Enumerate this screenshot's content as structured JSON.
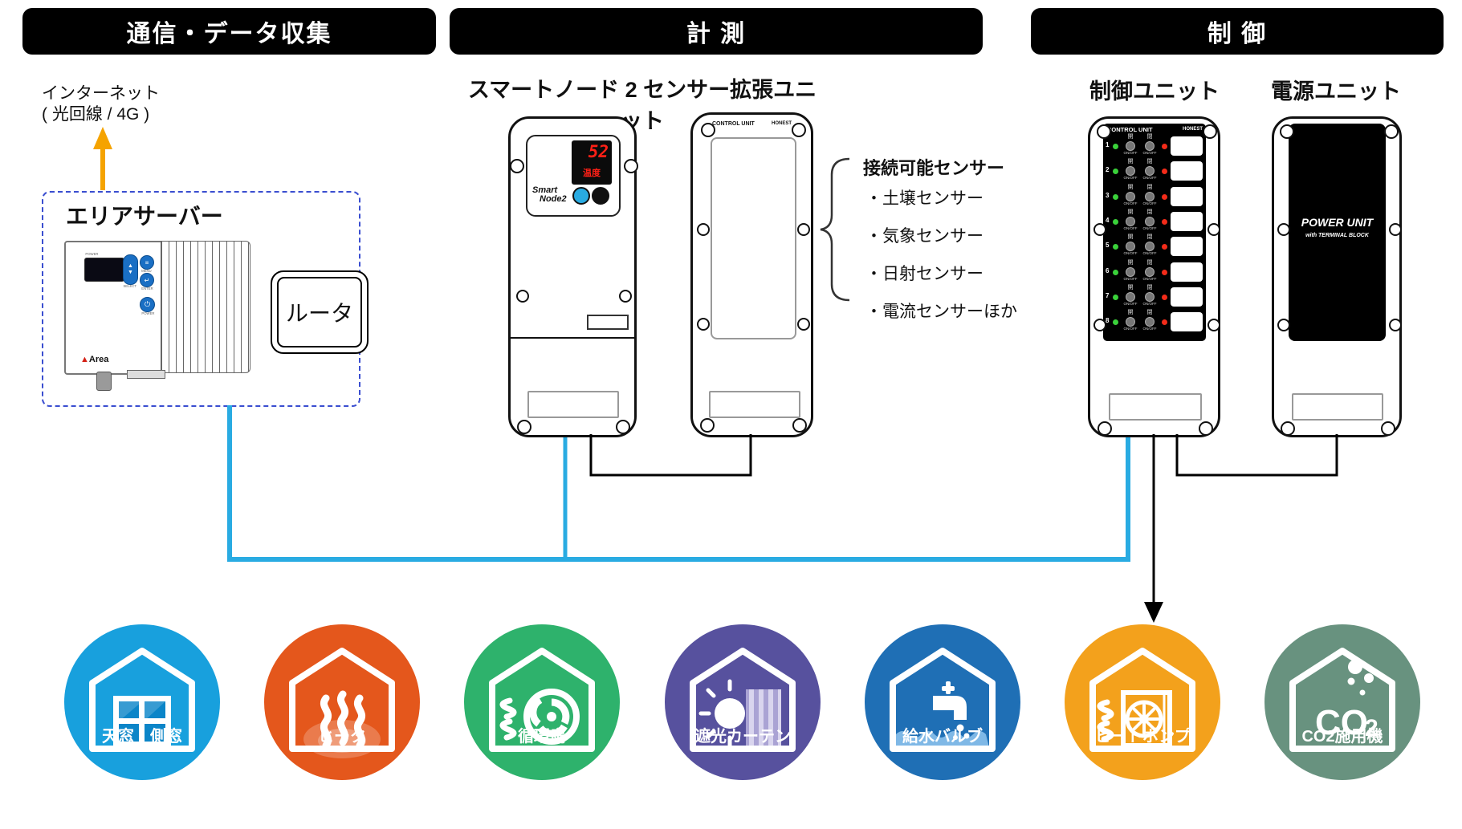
{
  "headers": [
    {
      "label": "通信・データ収集"
    },
    {
      "label": "計 測"
    },
    {
      "label": "制 御"
    }
  ],
  "comm": {
    "internet_line1": "インターネット",
    "internet_line2": "( 光回線 / 4G )",
    "area_server_label": "エリアサーバー",
    "router_label": "ルータ",
    "server": {
      "display_label": "POWER",
      "select_label": "SELECT",
      "menu_label": "MENU",
      "enter_label": "ENTER",
      "power_btn_label": "POWER",
      "brand": "Area"
    }
  },
  "measurement": {
    "title": "スマートノード 2 センサー拡張ユニット",
    "smart_node": {
      "brand_line1": "Smart",
      "brand_line2": "Node2",
      "display_value": "52",
      "display_label": "温度"
    },
    "expansion": {
      "header_left": "CONTROL UNIT",
      "header_right": "HONEST"
    },
    "sensors": {
      "title": "接続可能センサー",
      "items": [
        "・土壌センサー",
        "・気象センサー",
        "・日射センサー",
        "・電流センサーほか"
      ]
    }
  },
  "control": {
    "control_unit_label": "制御ユニット",
    "power_unit_label": "電源ユニット",
    "control_unit": {
      "header_left": "CONTROL UNIT",
      "header_right": "HONEST",
      "open_label": "開",
      "close_label": "閉",
      "onoff_label": "ON/OFF",
      "rows": [
        "1",
        "2",
        "3",
        "4",
        "5",
        "6",
        "7",
        "8"
      ]
    },
    "power_unit": {
      "title": "POWER UNIT",
      "subtitle": "with TERMINAL BLOCK"
    }
  },
  "actuators": [
    {
      "label": "天窓・側窓",
      "color": "#18a0dd"
    },
    {
      "label": "ヒータ",
      "color": "#e4571c"
    },
    {
      "label": "循環扇",
      "color": "#2eb26c"
    },
    {
      "label": "遮光カーテン",
      "color": "#57519e"
    },
    {
      "label": "給水バルブ",
      "color": "#1f6fb5"
    },
    {
      "label": "ヒートポンプ",
      "color": "#f3a11c"
    },
    {
      "label": "CO2施用機",
      "color": "#68927f",
      "glyph_text": "CO",
      "glyph_sub": "2"
    }
  ],
  "colors": {
    "line_data": "#29abe2",
    "line_power": "#000000",
    "arrow_up": "#f5a300",
    "dashed_box": "#3a4ed0",
    "led_green": "#3ad13a",
    "led_red": "#f32b19",
    "display_red": "#ff2016"
  }
}
